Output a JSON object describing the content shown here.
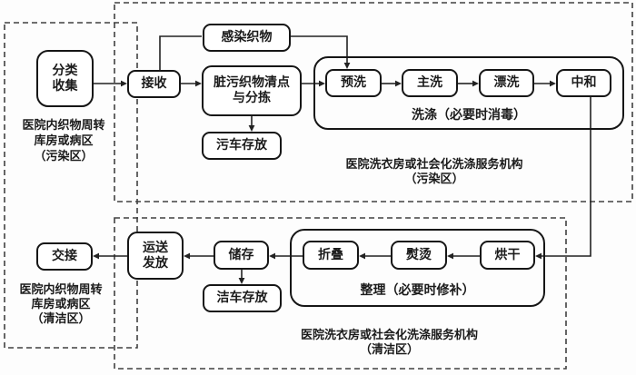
{
  "regions": {
    "hospital_dirty": {
      "lines": [
        "医院内织物周转",
        "库房或病区",
        "（污染区）"
      ]
    },
    "laundry_dirty": {
      "lines": [
        "医院洗衣房或社会化洗涤服务机构",
        "（污染区）"
      ]
    },
    "hospital_clean": {
      "lines": [
        "医院内织物周转",
        "库房或病区",
        "（清洁区）"
      ]
    },
    "laundry_clean": {
      "lines": [
        "医院洗衣房或社会化洗涤服务机构",
        "（清洁区）"
      ]
    }
  },
  "groups": {
    "wash": {
      "label": "洗涤（必要时消毒）"
    },
    "tidy": {
      "label": "整理（必要时修补）"
    }
  },
  "nodes": {
    "classify_collect": {
      "lines": [
        "分类",
        "收集"
      ]
    },
    "receive": {
      "label": "接收"
    },
    "infected_textile": {
      "label": "感染织物"
    },
    "dirty_sort": {
      "lines": [
        "脏污织物清点",
        "与分拣"
      ]
    },
    "dirty_cart_storage": {
      "label": "污车存放"
    },
    "prewash": {
      "label": "预洗"
    },
    "main_wash": {
      "label": "主洗"
    },
    "rinse": {
      "label": "漂洗"
    },
    "neutralize": {
      "label": "中和"
    },
    "dry": {
      "label": "烘干"
    },
    "iron": {
      "label": "熨烫"
    },
    "fold": {
      "label": "折叠"
    },
    "store": {
      "label": "储存"
    },
    "clean_cart_storage": {
      "label": "洁车存放"
    },
    "transport_dispatch": {
      "lines": [
        "运送",
        "发放"
      ]
    },
    "handover": {
      "label": "交接"
    }
  },
  "colors": {
    "line": "#222222",
    "dash": "#404040",
    "border": "#161616"
  }
}
